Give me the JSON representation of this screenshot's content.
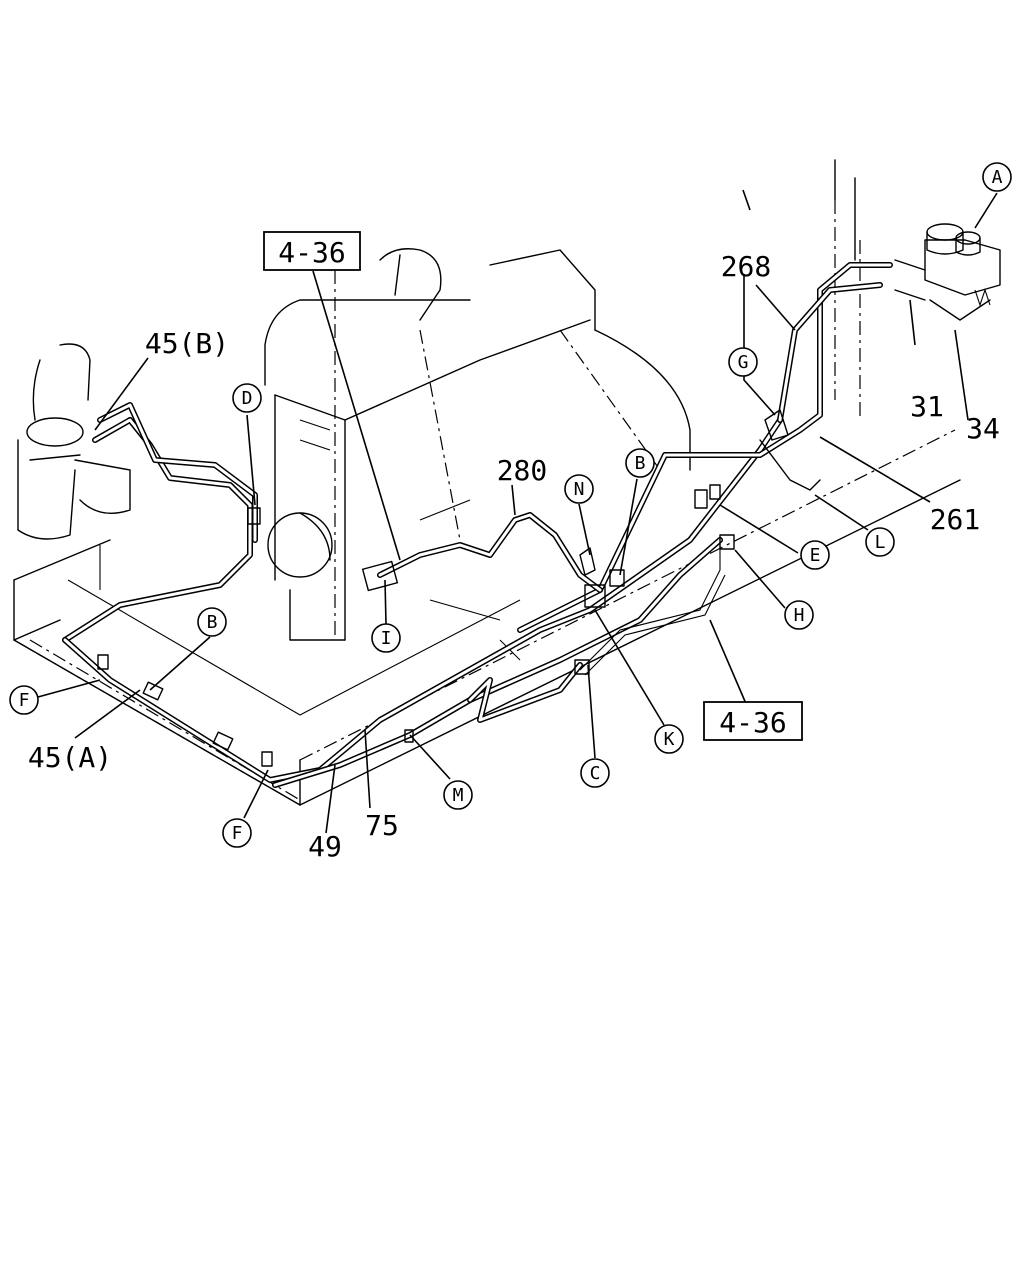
{
  "callouts": {
    "ref_top": "4-36",
    "ref_bottom": "4-36",
    "p268": "268",
    "p45b": "45(B)",
    "p280": "280",
    "p31": "31",
    "p34": "34",
    "p261": "261",
    "p45a": "45(A)",
    "p75": "75",
    "p49": "49"
  },
  "letters": {
    "a": "A",
    "g": "G",
    "d": "D",
    "b_top": "B",
    "n": "N",
    "e": "E",
    "l": "L",
    "h": "H",
    "b_left": "B",
    "i": "I",
    "k": "K",
    "c": "C",
    "m": "M",
    "f_top": "F",
    "f_bottom": "F"
  }
}
